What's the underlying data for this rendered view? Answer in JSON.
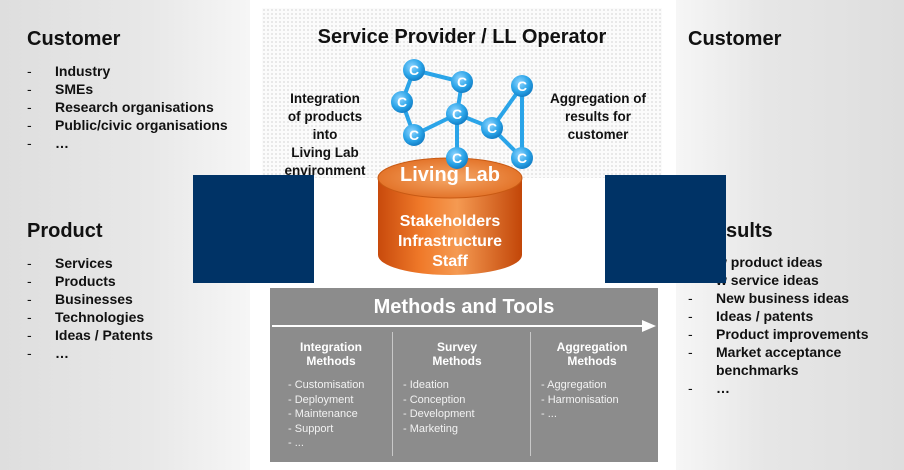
{
  "left": {
    "customer_heading": "Customer",
    "customer_items": [
      "Industry",
      "SMEs",
      "Research organisations",
      "Public/civic organisations",
      "…"
    ],
    "product_heading": "Product",
    "product_items": [
      "Services",
      "Products",
      "Businesses",
      "Technologies",
      "Ideas / Patents",
      "…"
    ]
  },
  "center": {
    "title": "Service Provider / LL Operator",
    "integration_text": [
      "Integration",
      "of products",
      "into",
      "Living Lab",
      "environment"
    ],
    "aggregation_text": [
      "Aggregation of",
      "results for",
      "customer"
    ],
    "node_letter": "C",
    "living_lab_label": "Living Lab",
    "cylinder_items": [
      "Stakeholders",
      "Infrastructure",
      "Staff"
    ]
  },
  "right": {
    "customer_heading": "Customer",
    "results_heading": "sults",
    "results_items": [
      "w product ideas",
      "w service ideas",
      "New business ideas",
      "Ideas / patents",
      "Product improvements",
      "Market acceptance benchmarks",
      "…"
    ]
  },
  "methods": {
    "title": "Methods and Tools",
    "columns": [
      {
        "head": [
          "Integration",
          "Methods"
        ],
        "items": [
          "Customisation",
          "Deployment",
          "Maintenance",
          "Support",
          "..."
        ]
      },
      {
        "head": [
          "Survey",
          "Methods"
        ],
        "items": [
          "Ideation",
          "Conception",
          "Development",
          "Marketing"
        ]
      },
      {
        "head": [
          "Aggregation",
          "Methods"
        ],
        "items": [
          "Aggregation",
          "Harmonisation",
          "..."
        ]
      }
    ]
  },
  "colors": {
    "navy": "#003366",
    "cylinder_orange": "#e8641c",
    "node_blue": "#1e9ae0",
    "methods_gray": "#8c8c8c"
  }
}
